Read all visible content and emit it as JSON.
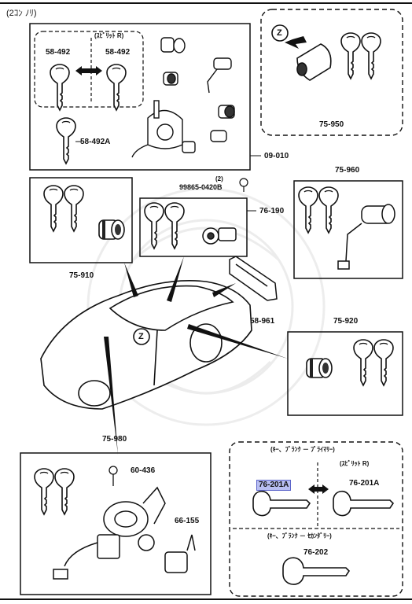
{
  "header": {
    "title": "(2ｺﾝ ﾉﾘ)"
  },
  "colors": {
    "highlight_fill": "#b8bef2",
    "highlight_border": "#5a63c9",
    "line": "#111111",
    "watermark": "#e6e6e6"
  },
  "top_left_box": {
    "spirit_note": "(ｽﾋﾟﾘｯﾄ R)",
    "labels": {
      "key_a": "58-492",
      "key_b": "58-492",
      "key_c": "58-492A"
    },
    "ref": "09-010"
  },
  "top_right_box": {
    "ref": "75-950",
    "badge": "Z"
  },
  "callout_screw": {
    "qty": "(2)",
    "part": "99865-0420B"
  },
  "box_75910": {
    "ref": "75-910"
  },
  "box_76190": {
    "ref": "76-190"
  },
  "box_75960": {
    "ref": "75-960"
  },
  "part_58961": {
    "ref": "58-961"
  },
  "box_75920": {
    "ref": "75-920"
  },
  "car": {
    "badge": "Z"
  },
  "box_75980": {
    "ref": "75-980",
    "screw_ref": "60-436",
    "ref_66": "66-155"
  },
  "bottom_right_box": {
    "title_primary": "(ｷｰ、ﾌﾞﾗﾝｸ － ﾌﾟﾗｲﾏﾘｰ)",
    "spirit_note": "(ｽﾋﾟﾘｯﾄ R)",
    "key_primary": "76-201A",
    "key_spirit": "76-201A",
    "title_secondary": "(ｷｰ、ﾌﾞﾗﾝｸ － ｾｶﾝﾀﾞﾘｰ)",
    "key_secondary": "76-202"
  }
}
